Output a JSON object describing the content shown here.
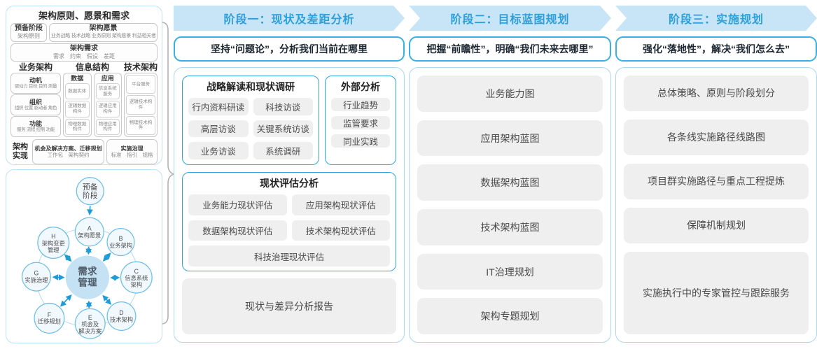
{
  "colors": {
    "accent_blue": "#2D9FDB",
    "banner_bg": "#C8E5F7",
    "strong_border": "#39AFE6",
    "light_border": "#ABD9F2",
    "gray_box": "#EFEFF0",
    "arrow_blue": "#1E9CD9"
  },
  "left": {
    "principles_panel": {
      "title": "架构原则、愿景和需求",
      "prep": {
        "title": "预备阶段",
        "sub": "架构原则"
      },
      "vision": {
        "title": "架构愿景",
        "sub": "业务战略 技术战略 业务原则 架构愿景 利益相关者"
      },
      "requirements": {
        "title": "架构需求",
        "sub": "需求　约束　假设　差距"
      },
      "business": {
        "header": "业务架构",
        "boxes": [
          {
            "title": "动机",
            "sub": "驱动力 目标 目的 测量"
          },
          {
            "title": "组织",
            "sub": "组织 位置 驱动者 角色"
          },
          {
            "title": "功能",
            "sub": "服务 流程 控制 功能"
          }
        ]
      },
      "information": {
        "header": "信息结构",
        "data_col": {
          "title": "数据",
          "items": [
            "数据实体",
            "逻辑数据构件",
            "物理数据构件"
          ]
        },
        "app_col": {
          "title": "应用",
          "items": [
            "信息系统服务",
            "逻辑应用构件",
            "物理应用构件"
          ]
        }
      },
      "technology": {
        "header": "技术架构",
        "items": [
          "平台服务",
          "逻辑技术构件",
          "物理技术构件"
        ]
      },
      "realization": {
        "label_line1": "架构",
        "label_line2": "实现",
        "opportunity": {
          "title": "机会及解决方案、迁移规划",
          "sub": "工作包　架构契约"
        },
        "governance": {
          "title": "实施治理",
          "sub": "标准　指引　规格"
        }
      }
    },
    "adm": {
      "center": [
        "需求",
        "管理"
      ],
      "prep": [
        "预备",
        "阶段"
      ],
      "a": [
        "A",
        "架构愿景"
      ],
      "b": [
        "B",
        "业务架构"
      ],
      "c": [
        "C",
        "信息系统",
        "架构"
      ],
      "d": [
        "D",
        "技术架构"
      ],
      "e": [
        "E",
        "机会及",
        "解决方案"
      ],
      "f": [
        "F",
        "迁移规划"
      ],
      "g": [
        "G",
        "实施治理"
      ],
      "h": [
        "H",
        "架构变更",
        "管理"
      ]
    }
  },
  "phase1": {
    "banner": "阶段一：现状及差距分析",
    "subtitle": "坚持“问题论”，分析我们当前在哪里",
    "survey": {
      "title": "战略解读和现状调研",
      "items": [
        "行内资料研读",
        "科技访谈",
        "高层访谈",
        "关键系统访谈",
        "业务访谈",
        "系统调研"
      ]
    },
    "external": {
      "title": "外部分析",
      "items": [
        "行业趋势",
        "监管要求",
        "同业实践"
      ]
    },
    "assessment": {
      "title": "现状评估分析",
      "items": [
        "业务能力现状评估",
        "应用架构现状评估",
        "数据架构现状评估",
        "技术架构现状评估"
      ],
      "full_item": "科技治理现状评估"
    },
    "report": "现状与差异分析报告"
  },
  "phase2": {
    "banner": "阶段二：目标蓝图规划",
    "subtitle": "把握“前瞻性”，明确“我们未来去哪里”",
    "items": [
      "业务能力图",
      "应用架构蓝图",
      "数据架构蓝图",
      "技术架构蓝图",
      "IT治理规划",
      "架构专题规划"
    ]
  },
  "phase3": {
    "banner": "阶段三：实施规划",
    "subtitle": "强化“落地性”，解决“我们怎么去”",
    "items": [
      "总体策略、原则与阶段划分",
      "各条线实施路径线路图",
      "项目群实施路径与重点工程提炼",
      "保障机制规划"
    ],
    "tall_item": "实施执行中的专家管控与跟踪服务"
  }
}
